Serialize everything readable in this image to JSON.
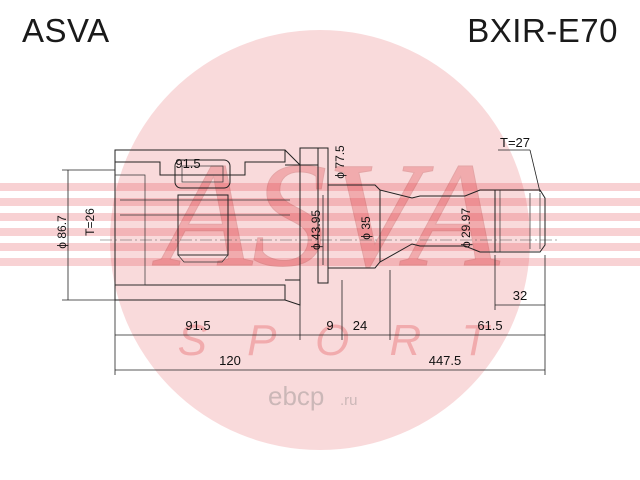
{
  "header": {
    "brand": "ASVA",
    "part_number": "BXIR-E70"
  },
  "watermark": {
    "shop_text": "ebcp",
    "shop_domain": ".ru",
    "logo_text": "ASVA SPORT"
  },
  "dimensions": {
    "outer_diameter": "ϕ 86.7",
    "inner_teeth": "T=26",
    "tripod_to_face": "91.5",
    "flange_diameter": "ϕ 77.5",
    "boot_diameter": "ϕ 43.95",
    "shaft_diameter": "ϕ 35",
    "spline_diameter": "ϕ 29.97",
    "outer_teeth": "T=27",
    "length_9": "9",
    "length_24": "24",
    "length_61_5": "61.5",
    "spline_length": "32",
    "body_length": "120",
    "total_length": "447.5"
  },
  "colors": {
    "watermark": "#e0333a",
    "hatch": "#cc4444",
    "line": "#222222"
  }
}
